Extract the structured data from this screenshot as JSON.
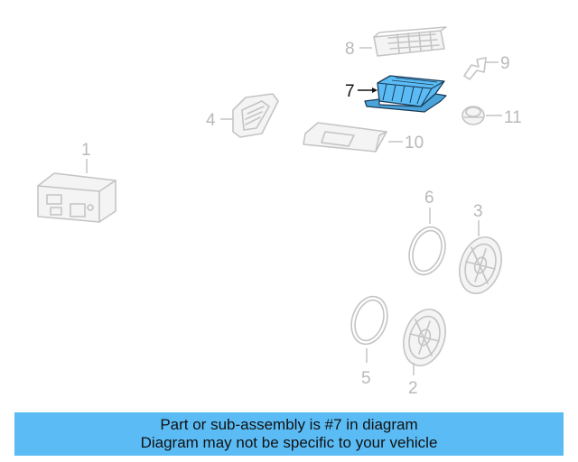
{
  "diagram": {
    "callouts": {
      "c1": "1",
      "c2": "2",
      "c3": "3",
      "c4": "4",
      "c5": "5",
      "c6": "6",
      "c7": "7",
      "c8": "8",
      "c9": "9",
      "c10": "10",
      "c11": "11"
    },
    "highlighted_part": "7",
    "colors": {
      "highlight": "#5bbcf5",
      "ghost": "#c4c4c4",
      "banner": "#5bbcf5"
    }
  },
  "banner": {
    "line1": "Part or sub-assembly is #7 in diagram",
    "line2": "Diagram may not be specific to your vehicle"
  }
}
